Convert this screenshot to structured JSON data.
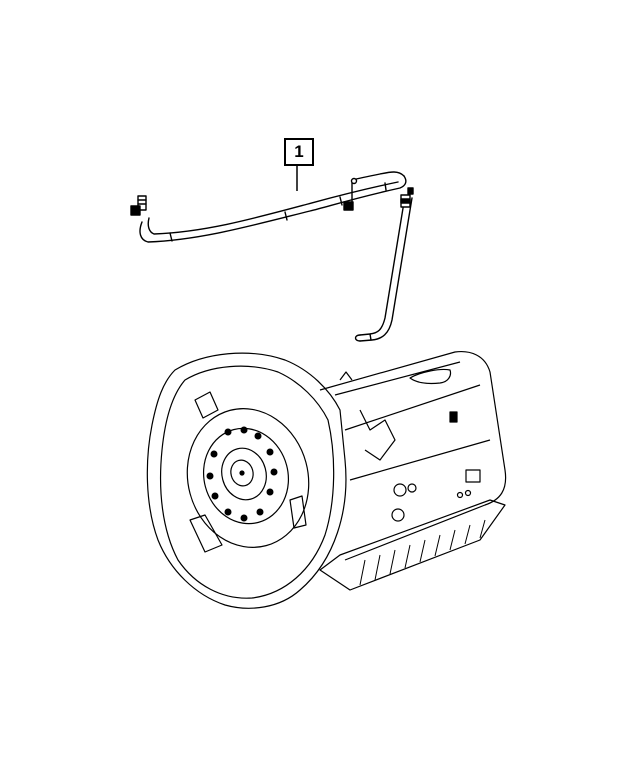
{
  "diagram": {
    "type": "exploded-parts-illustration",
    "subject": "automatic transmission with hose assembly",
    "callouts": [
      {
        "label": "1",
        "target": "hose"
      }
    ],
    "parts": [
      {
        "name": "hose",
        "callout": "1"
      },
      {
        "name": "transmission",
        "callout": null
      }
    ],
    "colors": {
      "line": "#000000",
      "background": "#ffffff"
    }
  }
}
